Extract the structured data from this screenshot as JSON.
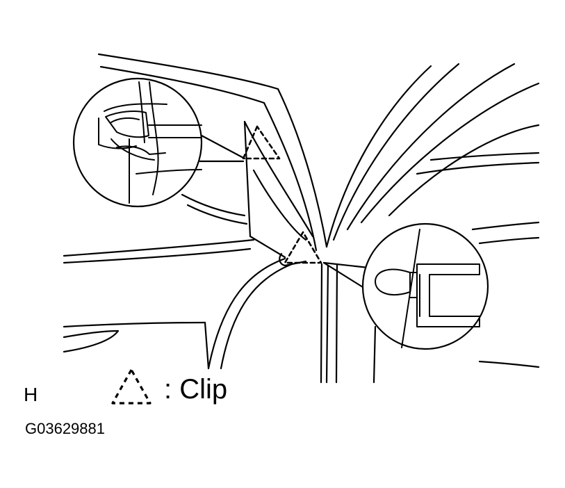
{
  "figure": {
    "view_letter": "H",
    "legend": {
      "symbol_icon": "dashed-triangle-icon",
      "text": ": Clip"
    },
    "figure_id": "G03629881"
  },
  "colors": {
    "line": "#000000",
    "background": "#ffffff"
  }
}
